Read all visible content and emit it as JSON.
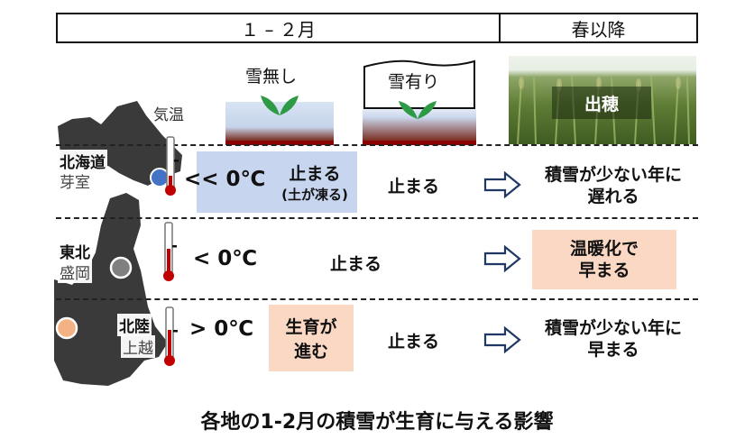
{
  "header": {
    "period_jan_feb": "１ – ２月",
    "period_spring": "春以降"
  },
  "columns": {
    "no_snow": "雪無し",
    "with_snow": "雪有り",
    "heading": "出穂",
    "temperature": "気温"
  },
  "rows": [
    {
      "region": "北海道",
      "city": "芽室",
      "temp_text": "<< 0℃",
      "no_snow_text": "止まる",
      "no_snow_sub": "(土が凍る)",
      "snow_text": "止まる",
      "effect_line1": "積雪が少ない年に",
      "effect_line2": "遅れる",
      "highlight_color": "#c8d5ee",
      "dot_color": "#4472c4",
      "thermometer_fill": 0.2
    },
    {
      "region": "東北",
      "city": "盛岡",
      "temp_text": "< 0℃",
      "no_snow_text": "止まる",
      "effect_line1": "温暖化で",
      "effect_line2": "早まる",
      "highlight_color": "#fbd8c3",
      "dot_color": "#808080",
      "thermometer_fill": 0.55
    },
    {
      "region": "北陸",
      "city": "上越",
      "temp_text": "> 0℃",
      "no_snow_line1": "生育が",
      "no_snow_line2": "進む",
      "snow_text": "止まる",
      "effect_line1": "積雪が少ない年に",
      "effect_line2": "早まる",
      "highlight_color": "#fbd8c3",
      "dot_color": "#f4b183",
      "thermometer_fill": 0.6
    }
  ],
  "caption": "各地の1-2月の積雪が生育に与える影響"
}
